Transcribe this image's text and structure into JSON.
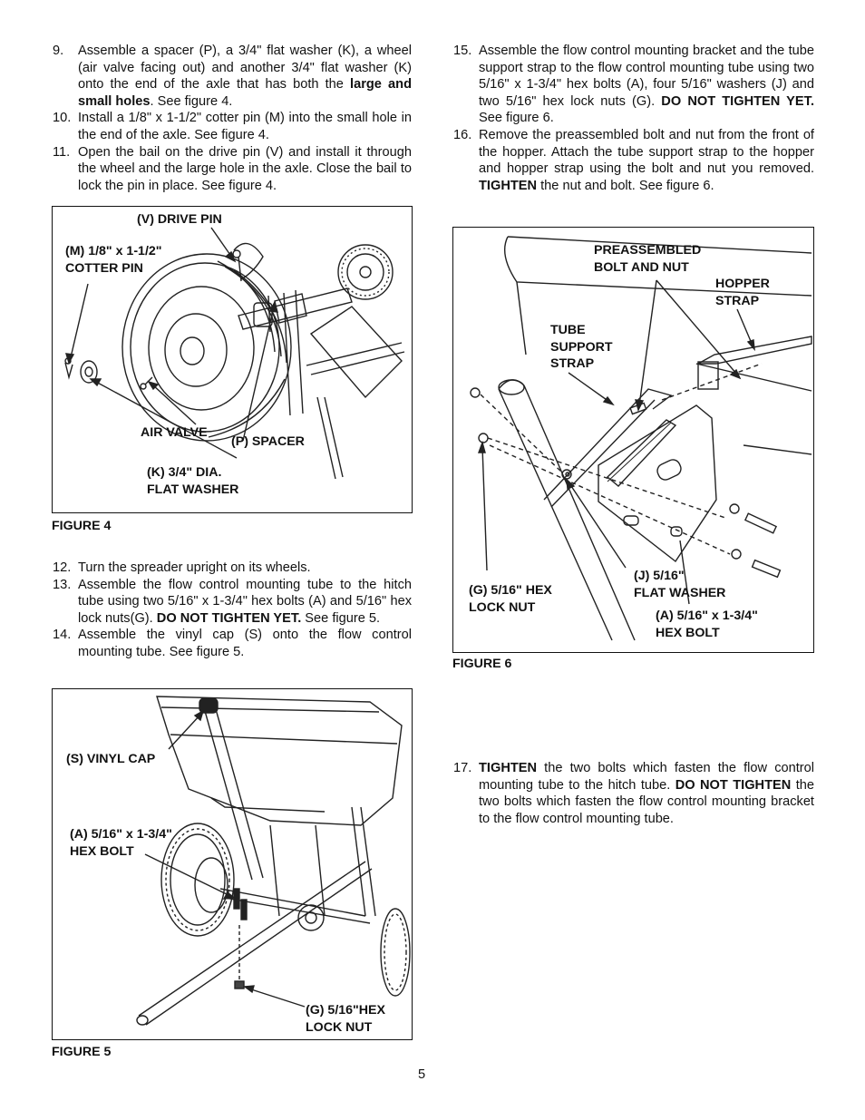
{
  "left_steps_top": [
    {
      "num": "9.",
      "parts": [
        {
          "t": "Assemble a spacer (P), a 3/4\" flat washer (K), a wheel (air valve facing out) and another 3/4\" flat washer (K) onto the end of the axle that has both the "
        },
        {
          "t": "large and small holes",
          "b": true
        },
        {
          "t": ". See figure 4."
        }
      ]
    },
    {
      "num": "10.",
      "parts": [
        {
          "t": "Install a 1/8\" x 1-1/2\" cotter pin (M) into the small hole in the end of the axle. See figure 4."
        }
      ]
    },
    {
      "num": "11.",
      "parts": [
        {
          "t": "Open the bail on the drive pin (V) and install it through the wheel and the large hole in the axle. Close the bail to lock the pin in place. See figure 4."
        }
      ]
    }
  ],
  "left_steps_mid": [
    {
      "num": "12.",
      "parts": [
        {
          "t": "Turn the spreader upright on its wheels."
        }
      ]
    },
    {
      "num": "13.",
      "parts": [
        {
          "t": "Assemble the flow control mounting tube to the hitch tube using two 5/16\" x 1-3/4\" hex bolts (A) and 5/16\" hex lock nuts(G). "
        },
        {
          "t": "DO NOT TIGHTEN YET.",
          "b": true
        },
        {
          "t": " See figure 5."
        }
      ]
    },
    {
      "num": "14.",
      "parts": [
        {
          "t": "Assemble the vinyl cap (S) onto the flow control mounting tube. See figure 5."
        }
      ]
    }
  ],
  "right_steps_top": [
    {
      "num": "15.",
      "parts": [
        {
          "t": "Assemble the flow control mounting bracket and the tube support strap to the flow control mounting tube using two 5/16\" x 1-3/4\" hex bolts (A), four 5/16\" washers (J) and two 5/16\" hex lock nuts (G). "
        },
        {
          "t": "DO NOT TIGHTEN YET.",
          "b": true
        },
        {
          "t": " See figure 6."
        }
      ]
    },
    {
      "num": "16.",
      "parts": [
        {
          "t": "Remove the preassembled bolt and nut from the front of the hopper. Attach the tube support strap to the hopper and hopper strap using the bolt and nut you removed. "
        },
        {
          "t": "TIGHTEN",
          "b": true
        },
        {
          "t": " the nut and bolt. See figure 6."
        }
      ]
    }
  ],
  "right_steps_bottom": [
    {
      "num": "17.",
      "parts": [
        {
          "t": "TIGHTEN",
          "b": true
        },
        {
          "t": " the two bolts which fasten the flow control mounting tube to the hitch tube. "
        },
        {
          "t": "DO NOT TIGHTEN",
          "b": true
        },
        {
          "t": " the two bolts which fasten the flow control mounting bracket to the flow control mounting tube."
        }
      ]
    }
  ],
  "figure4": {
    "caption": "FIGURE 4",
    "labels": {
      "drive_pin": "(V) DRIVE PIN",
      "cotter_pin": "(M) 1/8\" x 1-1/2\"\nCOTTER PIN",
      "air_valve": "AIR VALVE",
      "spacer": "(P) SPACER",
      "washer": "(K) 3/4\" DIA.\nFLAT WASHER"
    }
  },
  "figure5": {
    "caption": "FIGURE 5",
    "labels": {
      "vinyl_cap": "(S) VINYL CAP",
      "hex_bolt": "(A) 5/16\" x 1-3/4\"\nHEX BOLT",
      "lock_nut": "(G) 5/16\"HEX\nLOCK NUT"
    }
  },
  "figure6": {
    "caption": "FIGURE 6",
    "labels": {
      "preassembled": "PREASSEMBLED\nBOLT AND NUT",
      "hopper_strap": "HOPPER\nSTRAP",
      "tube_strap": "TUBE\nSUPPORT\nSTRAP",
      "lock_nut": "(G) 5/16\" HEX\nLOCK NUT",
      "flat_washer": "(J) 5/16\"\nFLAT WASHER",
      "hex_bolt": "(A) 5/16\" x 1-3/4\"\nHEX BOLT"
    }
  },
  "page_number": "5"
}
